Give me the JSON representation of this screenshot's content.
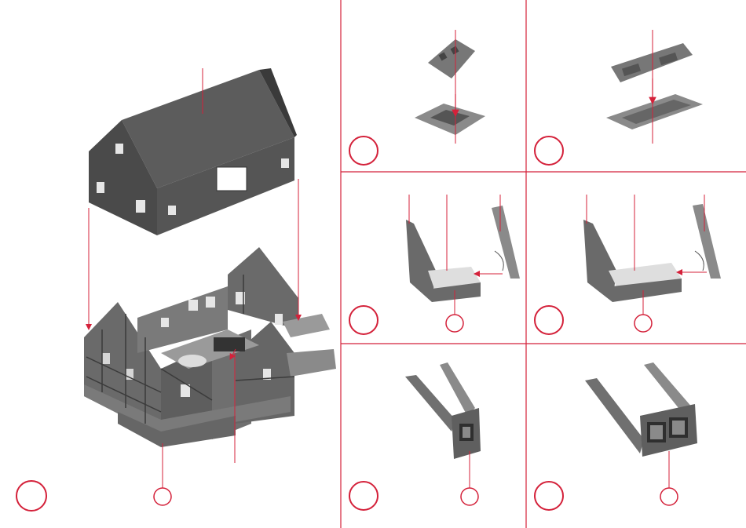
{
  "accent_color": "#d4213a",
  "model_fill_dark": "#555555",
  "model_fill_mid": "#7a7a7a",
  "model_fill_light": "#a8a8a8",
  "panels": [
    {
      "id": "main",
      "content": "exploded-view-half-timbered-house"
    },
    {
      "id": "step-window-1",
      "content": "window-frame-and-shutter-parts"
    },
    {
      "id": "step-window-2",
      "content": "window-frame-and-shutter-parts"
    },
    {
      "id": "step-dormer-1",
      "content": "dormer-side-walls-and-floor"
    },
    {
      "id": "step-dormer-2",
      "content": "dormer-side-walls-and-floor"
    },
    {
      "id": "step-dormer-3",
      "content": "assembled-dormer"
    },
    {
      "id": "step-dormer-4",
      "content": "assembled-dormer-double-window"
    }
  ]
}
